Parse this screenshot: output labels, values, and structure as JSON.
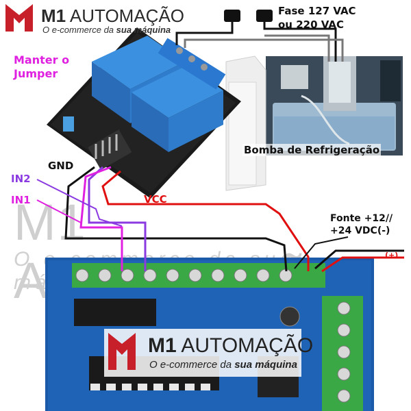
{
  "brand": {
    "name_bold": "M1",
    "name_rest": " AUTOMAÇÃO",
    "tagline_plain": "O e-commerce da ",
    "tagline_bold": "sua máquina",
    "logo_colors": {
      "m": "#c8202a",
      "text": "#2b2b2b"
    }
  },
  "labels": {
    "jumper_line1": "Manter o",
    "jumper_line2": "Jumper",
    "fase_line1": "Fase 127 VAC",
    "fase_line2": "ou 220 VAC",
    "pump": "Bomba de Refrigeração",
    "gnd": "GND",
    "vcc": "VCC",
    "in2": "IN2",
    "in1": "IN1",
    "supply_line1": "Fonte +12//",
    "supply_line2": "+24 VDC(-)",
    "plus": "(+)"
  },
  "colors": {
    "magenta": "#e020e0",
    "red": "#e01010",
    "black": "#111111",
    "purple": "#8a3ae0",
    "board_blue": "#1a5aa8",
    "terminal_green": "#3aa845",
    "relay_blue": "#2a78c8"
  },
  "icons": [
    "m1-logo-icon",
    "relay-icon",
    "terminal-block-icon",
    "pump-icon",
    "connector-icon"
  ]
}
